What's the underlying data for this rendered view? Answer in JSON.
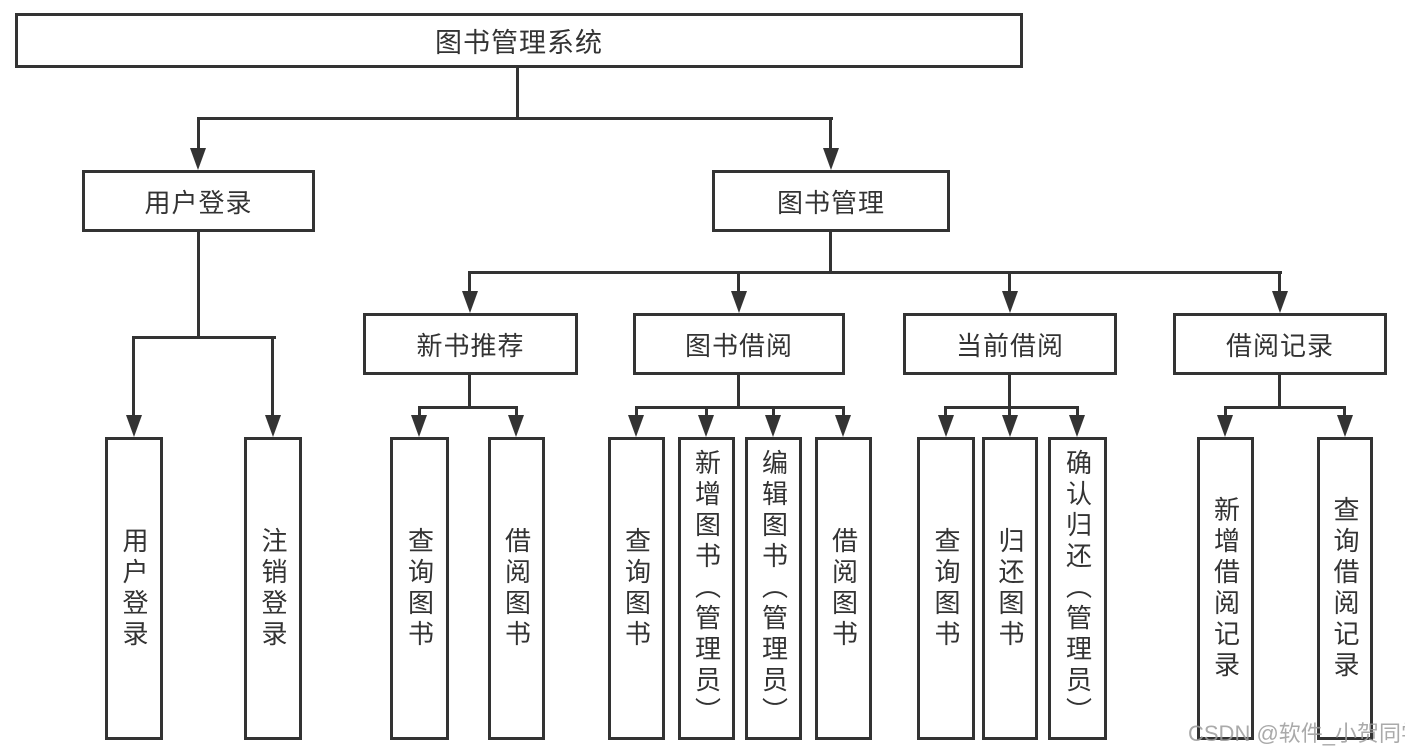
{
  "diagram": {
    "root": {
      "label": "图书管理系统"
    },
    "level2": [
      {
        "label": "用户登录"
      },
      {
        "label": "图书管理"
      }
    ],
    "level3": [
      {
        "label": "新书推荐"
      },
      {
        "label": "图书借阅"
      },
      {
        "label": "当前借阅"
      },
      {
        "label": "借阅记录"
      }
    ],
    "leaves": [
      {
        "label": "用户登录"
      },
      {
        "label": "注销登录"
      },
      {
        "label": "查询图书"
      },
      {
        "label": "借阅图书"
      },
      {
        "label": "查询图书"
      },
      {
        "label": "新增图书（管理员）"
      },
      {
        "label": "编辑图书（管理员）"
      },
      {
        "label": "借阅图书"
      },
      {
        "label": "查询图书"
      },
      {
        "label": "归还图书"
      },
      {
        "label": "确认归还（管理员）"
      },
      {
        "label": "新增借阅记录"
      },
      {
        "label": "查询借阅记录"
      }
    ],
    "watermark": "CSDN @软件_小贺同学",
    "colors": {
      "line": "#333333",
      "text": "#333333",
      "background": "#ffffff",
      "watermark": "#9c9c9c"
    }
  }
}
